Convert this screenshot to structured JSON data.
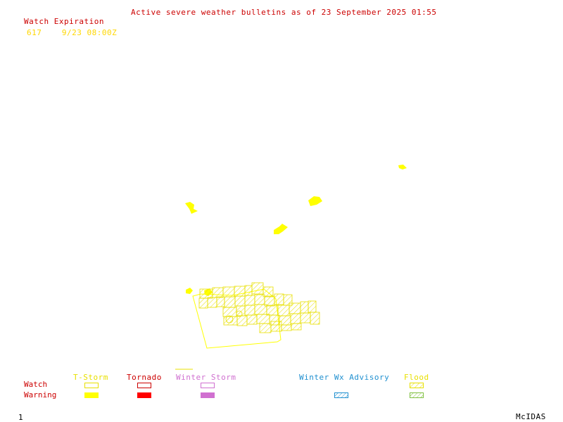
{
  "header": {
    "title": "Active severe weather bulletins as of 23 September 2025 01:55",
    "watch_expiration_label": "Watch Expiration",
    "watches": [
      {
        "number": "617",
        "expires": "9/23 08:00Z"
      }
    ]
  },
  "legend": {
    "row_labels": {
      "watch": "Watch",
      "warning": "Warning"
    },
    "categories": [
      {
        "name": "T-Storm",
        "color": "#ffff00"
      },
      {
        "name": "Tornado",
        "color": "#ff0000"
      },
      {
        "name": "Winter Storm",
        "color": "#d070d0"
      },
      {
        "name": "Winter Wx Advisory",
        "color": "#2090d0"
      },
      {
        "name": "Flood",
        "color": "#80c040"
      }
    ]
  },
  "footer": {
    "frame": "1",
    "brand": "McIDAS"
  },
  "colors": {
    "header_text": "#cc0000",
    "watch_text": "#ffd700",
    "storm_yellow": "#ffff00",
    "flood_hatch": "#e8e000"
  }
}
